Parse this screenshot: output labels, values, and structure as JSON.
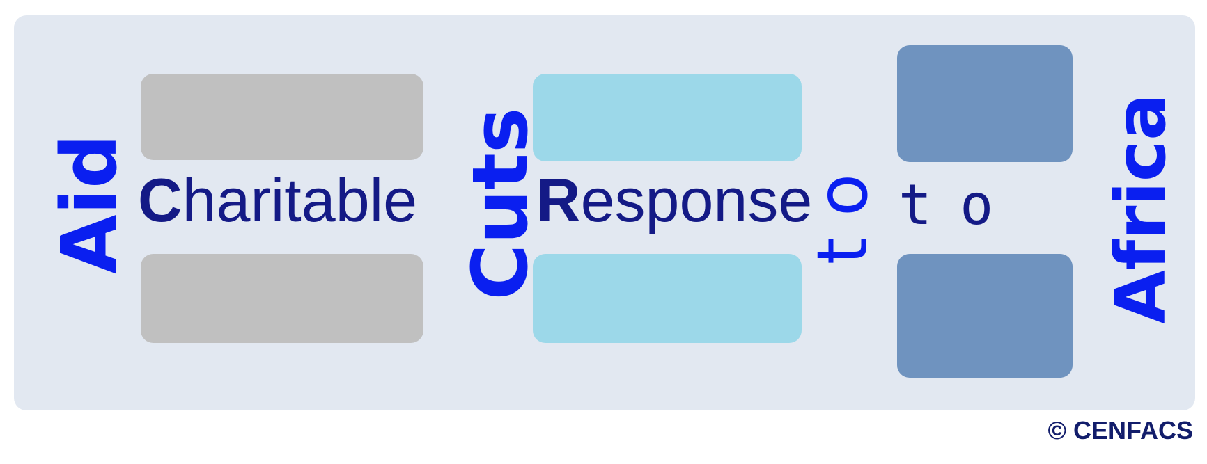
{
  "words": {
    "aid": "Aid",
    "cuts": "Cuts",
    "to_vertical": "to",
    "africa": "Africa",
    "charitable_initial": "C",
    "charitable_rest": "haritable",
    "response_initial": "R",
    "response_rest": "esponse",
    "to_horizontal": "to"
  },
  "copyright": "© CENFACS",
  "colors": {
    "panel": "#e2e8f1",
    "grey_block": "#c0c0c0",
    "cyan_block": "#9cd8e9",
    "slate_block": "#6f93bf",
    "vertical_text": "#0a1ff0",
    "horizontal_text": "#141a86"
  }
}
